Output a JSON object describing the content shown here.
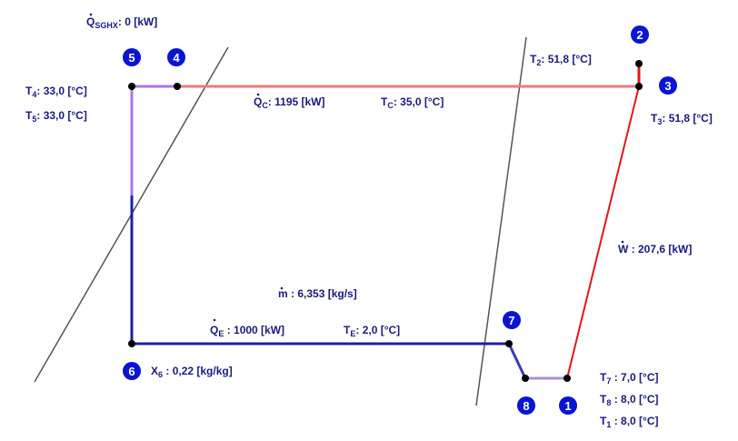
{
  "colors": {
    "label_text": "#1a1a80",
    "node_badge": "#0a14d2",
    "point": "#000000",
    "saturation_curve": "#555555",
    "hot_line": "#f07878",
    "hot_line_dark": "#e01818",
    "cold_line": "#2020a0",
    "purple_line": "#a878e0",
    "light_purple_line": "#a890e0"
  },
  "nodes": {
    "n1": "1",
    "n2": "2",
    "n3": "3",
    "n4": "4",
    "n5": "5",
    "n6": "6",
    "n7": "7",
    "n8": "8"
  },
  "labels": {
    "q_sghx": {
      "symbol": "Q",
      "sub": "SGHX",
      "value": ": 0 [kW]"
    },
    "t2": {
      "symbol": "T",
      "sub": "2",
      "value": ":  51,8 [°C]"
    },
    "t4": {
      "symbol": "T",
      "sub": "4",
      "value": ": 33,0 [°C]"
    },
    "t5": {
      "symbol": "T",
      "sub": "5",
      "value": ": 33,0 [°C]"
    },
    "q_c": {
      "symbol": "Q",
      "sub": "C",
      "value": ": 1195 [kW]"
    },
    "t_c": {
      "symbol": "T",
      "sub": "C",
      "value": ": 35,0 [°C]"
    },
    "t3": {
      "symbol": "T",
      "sub": "3",
      "value": ":  51,8 [°C]"
    },
    "w": {
      "symbol": "W",
      "value": " : 207,6 [kW]"
    },
    "m": {
      "symbol": "m",
      "value": " :  6,353 [kg/s]"
    },
    "q_e": {
      "symbol": "Q",
      "sub": "E",
      "value": " : 1000 [kW]"
    },
    "t_e": {
      "symbol": "T",
      "sub": "E",
      "value": ": 2,0 [°C]"
    },
    "x6": {
      "symbol": "X",
      "sub": "6",
      "value": " : 0,22 [kg/kg]"
    },
    "t7": {
      "symbol": "T",
      "sub": "7",
      "value": " : 7,0 [°C]"
    },
    "t8": {
      "symbol": "T",
      "sub": "8",
      "value": " : 8,0 [°C]"
    },
    "t1": {
      "symbol": "T",
      "sub": "1",
      "value": " : 8,0 [°C]"
    }
  }
}
